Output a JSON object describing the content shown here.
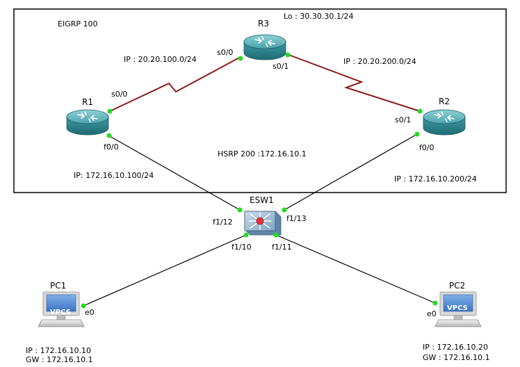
{
  "zone": {
    "label": "EIGRP 100",
    "hsrp_label": "HSRP 200 :172.16.10.1"
  },
  "devices": {
    "r1": {
      "name": "R1",
      "type": "router"
    },
    "r2": {
      "name": "R2",
      "type": "router"
    },
    "r3": {
      "name": "R3",
      "type": "router",
      "loopback": "Lo : 30.30.30.1/24"
    },
    "esw1": {
      "name": "ESW1",
      "type": "switch"
    },
    "pc1": {
      "name": "PC1",
      "type": "vpcs",
      "screen_text": "VPCS",
      "ip": "IP : 172.16.10.10",
      "gw": "GW : 172.16.10.1"
    },
    "pc2": {
      "name": "PC2",
      "type": "vpcs",
      "screen_text": "VPCS",
      "ip": "IP : 172.16.10.20",
      "gw": "GW : 172.16.10.1"
    }
  },
  "links": {
    "r1_r3": {
      "net": "IP : 20.20.100.0/24",
      "a_port": "s0/0",
      "b_port": "s0/0"
    },
    "r3_r2": {
      "net": "IP : 20.20.200.0/24",
      "a_port": "s0/1",
      "b_port": "s0/1"
    },
    "r1_esw": {
      "net": "IP: 172.16.10.100/24",
      "a_port": "f0/0",
      "b_port": "f1/12"
    },
    "r2_esw": {
      "net": "IP : 172.16.10.200/24",
      "a_port": "f0/0",
      "b_port": "f1/13"
    },
    "pc1_esw": {
      "a_port": "e0",
      "b_port": "f1/10"
    },
    "pc2_esw": {
      "a_port": "e0",
      "b_port": "f1/11"
    }
  },
  "colors": {
    "serial_link": "#8b1a1a",
    "ethernet_link": "#000000",
    "port_dot": "#22dd22",
    "router_body": "#3f9aa3",
    "switch_body": "#8fb3cf"
  }
}
